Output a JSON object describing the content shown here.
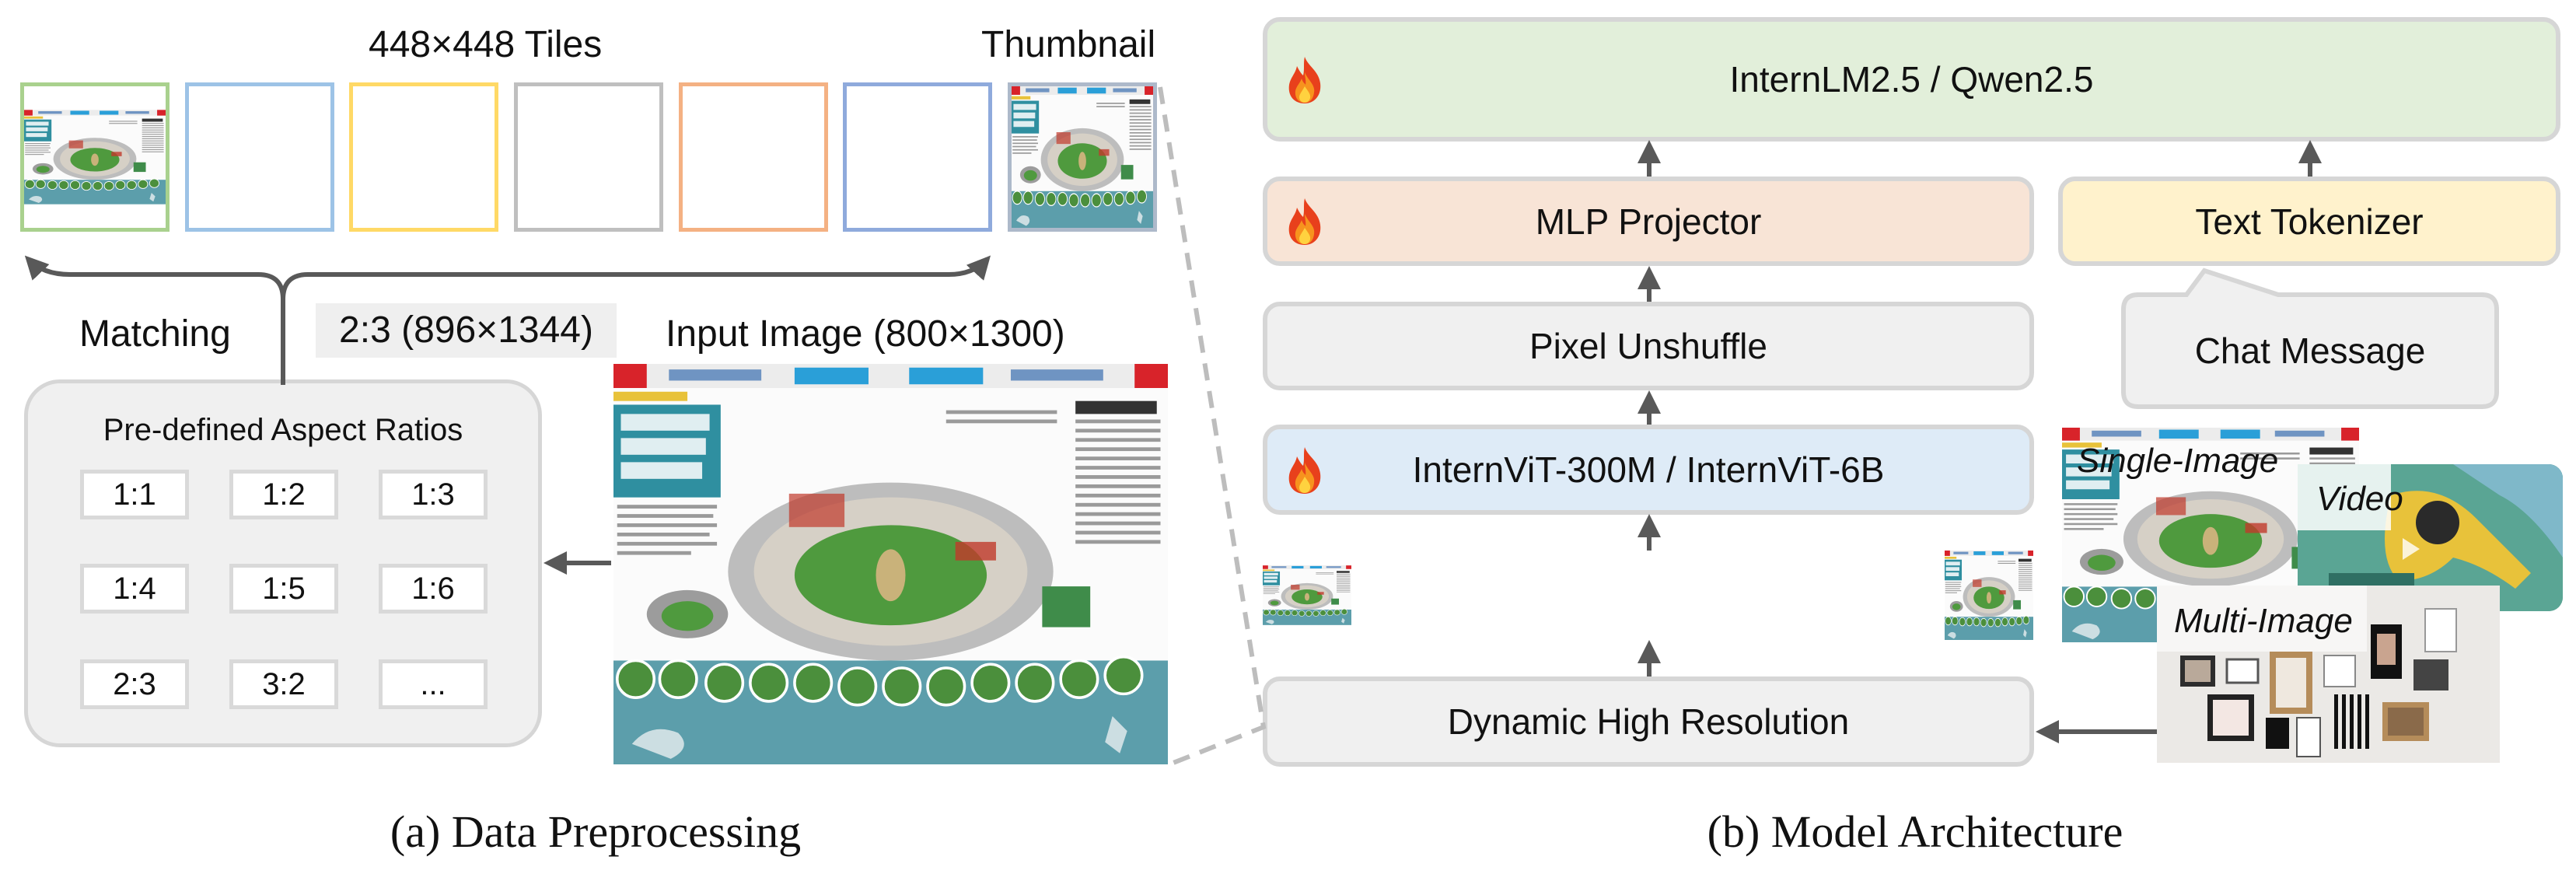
{
  "left_panel": {
    "tiles_title": "448×448 Tiles",
    "thumbnail_title": "Thumbnail",
    "matching_label": "Matching",
    "matched_ratio": "2:3 (896×1344)",
    "input_image_label": "Input Image (800×1300)",
    "aspect_ratios": {
      "title": "Pre-defined Aspect Ratios",
      "items": [
        "1:1",
        "1:2",
        "1:3",
        "1:4",
        "1:5",
        "1:6",
        "2:3",
        "3:2",
        "..."
      ]
    },
    "tile_border_colors": [
      "#a9d18e",
      "#9dc3e6",
      "#ffd966",
      "#bfbfbf",
      "#f4b183",
      "#8faadc",
      "#adb9ca"
    ],
    "caption": "(a) Data Preprocessing"
  },
  "right_panel": {
    "llm": {
      "label": "InternLM2.5 / Qwen2.5",
      "color": "#e2efda",
      "trainable": true
    },
    "projector": {
      "label": "MLP Projector",
      "color": "#f8e4d6",
      "trainable": true
    },
    "tokenizer": {
      "label": "Text Tokenizer",
      "color": "#fff2cc"
    },
    "chat": {
      "label": "Chat Message",
      "color": "#f0f0f0"
    },
    "pixel_unshuffle": {
      "label": "Pixel Unshuffle",
      "color": "#f0f0f0"
    },
    "vit": {
      "label": "InternViT-300M / InternViT-6B",
      "color": "#deebf7",
      "trainable": true
    },
    "dynamic": {
      "label": "Dynamic High Resolution",
      "color": "#f0f0f0"
    },
    "inputs": {
      "single": "Single-Image",
      "video": "Video",
      "multi": "Multi-Image"
    },
    "icons": {
      "trainable": "fire-icon"
    },
    "caption": "(b) Model Architecture"
  }
}
